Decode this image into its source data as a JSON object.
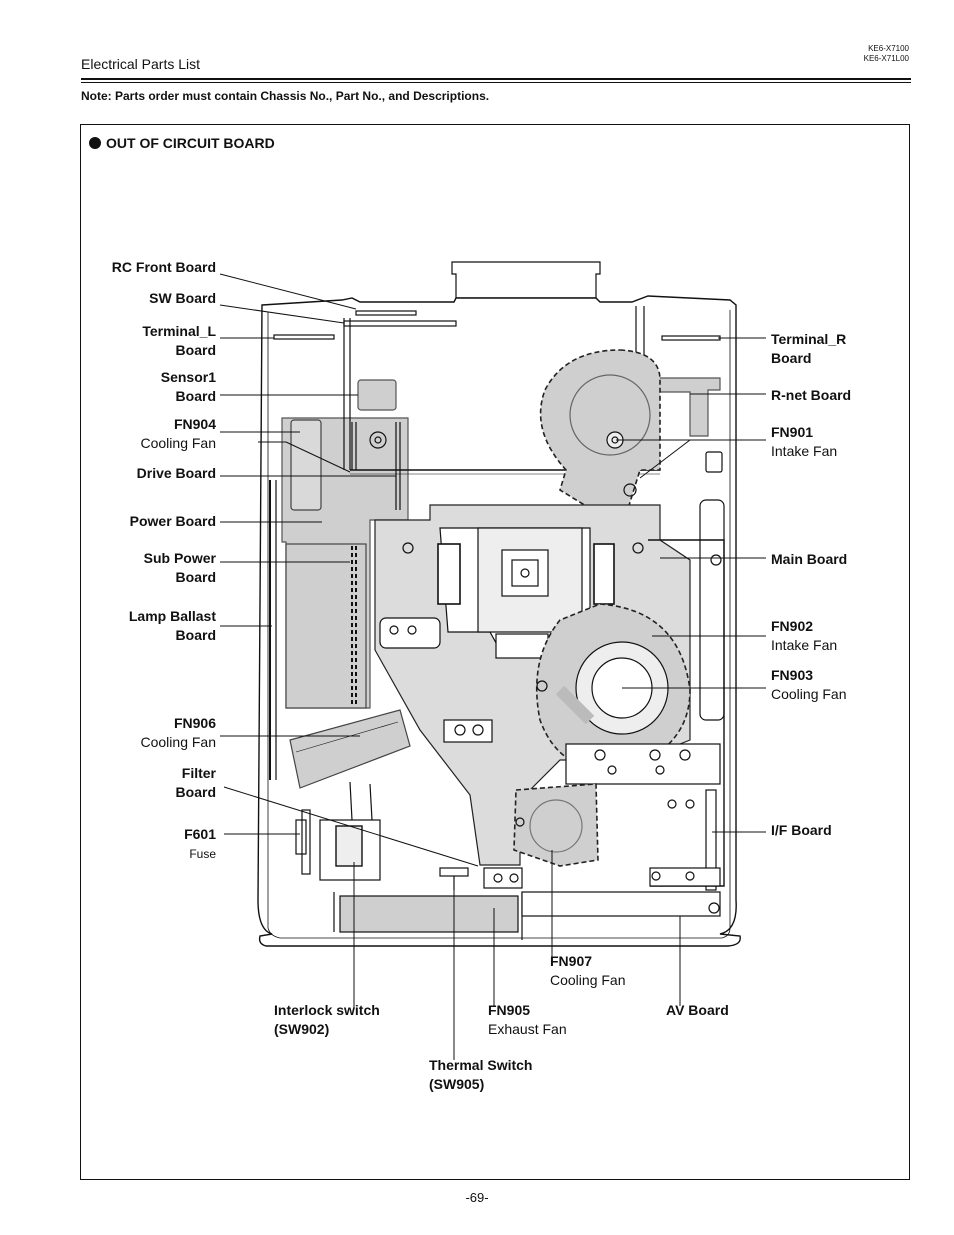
{
  "header": {
    "title": "Electrical Parts List",
    "models": [
      "KE6-X7100",
      "KE6-X71L00"
    ]
  },
  "note": "Note: Parts order must contain Chassis No., Part No., and Descriptions.",
  "section_title": "OUT OF CIRCUIT BOARD",
  "labels": {
    "rc_front": {
      "name": "RC Front Board"
    },
    "sw_board": {
      "name": "SW Board"
    },
    "terminal_l": {
      "line1": "Terminal_L",
      "line2": "Board"
    },
    "sensor1": {
      "line1": "Sensor1",
      "line2": "Board"
    },
    "fn904": {
      "name": "FN904",
      "desc": "Cooling Fan"
    },
    "drive": {
      "name": "Drive Board"
    },
    "power": {
      "name": "Power Board"
    },
    "sub_power": {
      "line1": "Sub Power",
      "line2": "Board"
    },
    "lamp_ballast": {
      "line1": "Lamp Ballast",
      "line2": "Board"
    },
    "fn906": {
      "name": "FN906",
      "desc": "Cooling Fan"
    },
    "filter": {
      "line1": "Filter",
      "line2": "Board"
    },
    "f601": {
      "name": "F601",
      "desc": "Fuse"
    },
    "terminal_r": {
      "line1": "Terminal_R",
      "line2": "Board"
    },
    "rnet": {
      "name": "R-net Board"
    },
    "fn901": {
      "name": "FN901",
      "desc": "Intake Fan"
    },
    "main": {
      "name": "Main Board"
    },
    "fn902": {
      "name": "FN902",
      "desc": "Intake Fan"
    },
    "fn903": {
      "name": "FN903",
      "desc": "Cooling Fan"
    },
    "if_board": {
      "name": "I/F Board"
    },
    "fn907": {
      "name": "FN907",
      "desc": "Cooling Fan"
    },
    "interlock": {
      "line1": "Interlock switch",
      "line2": "(SW902)"
    },
    "fn905": {
      "name": "FN905",
      "desc": "Exhaust Fan"
    },
    "av": {
      "name": "AV Board"
    },
    "thermal": {
      "line1": "Thermal Switch",
      "line2": "(SW905)"
    }
  },
  "page_number": "-69-"
}
